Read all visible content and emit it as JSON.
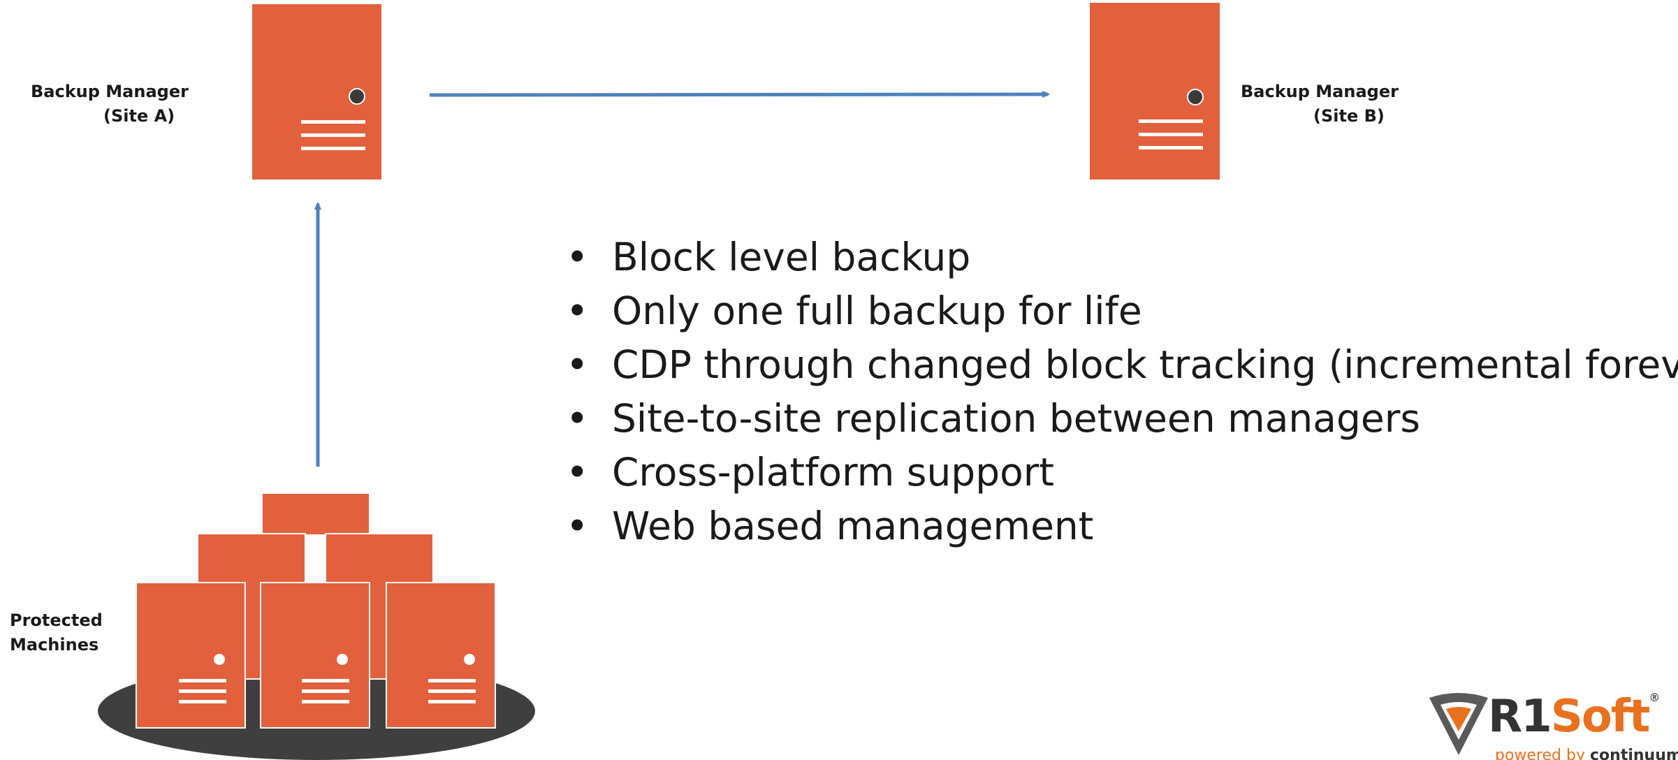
{
  "labels": {
    "manager_a_line1": "Backup Manager",
    "manager_a_line2": "(Site A)",
    "manager_b_line1": "Backup Manager",
    "manager_b_line2": "(Site B)",
    "protected_line1": "Protected",
    "protected_line2": "Machines"
  },
  "bullets": [
    "Block level backup",
    "Only one full backup for life",
    "CDP through changed block tracking (incremental forever)",
    "Site-to-site replication between managers",
    "Cross-platform support",
    "Web based management"
  ],
  "bullet_glyph": "•",
  "logo": {
    "name_part1": "R1",
    "name_part2": "Soft",
    "registered": "®",
    "tagline_prefix": "powered by ",
    "tagline_brand": "continuum"
  },
  "colors": {
    "server": "#e2603c",
    "arrow": "#4f81bd",
    "platform": "#3f3f3f",
    "logo_accent": "#e8701f"
  }
}
